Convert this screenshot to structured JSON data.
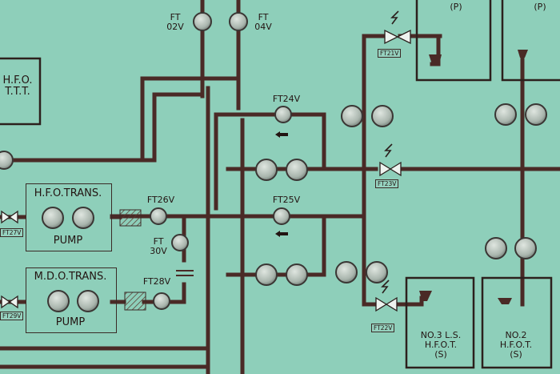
{
  "colors": {
    "background": "#8ecfba",
    "pipe": "#4a2a26",
    "lamp_face": "#b9c4bc",
    "lamp_rim": "#3a3634",
    "hatch": "#5a3a30"
  },
  "labels": {
    "ft02v": "FT\n02V",
    "ft04v": "FT\n04V",
    "hfo_tank_left": "H.F.O.\nT.T.T.",
    "ft24v": "FT24V",
    "ft25v": "FT25V",
    "ft26v": "FT26V",
    "ft28v": "FT28V",
    "ft30v": "FT\n30V",
    "ft21v": "FT21V",
    "ft23v": "FT23V",
    "ft22v": "FT22V",
    "ft27v": "FT27V",
    "ft29v": "FT29V",
    "hfo_trans_title": "H.F.O.TRANS.",
    "hfo_trans_pump": "PUMP",
    "mdo_trans_title": "M.D.O.TRANS.",
    "mdo_trans_pump": "PUMP",
    "hfot_p_1": "H.F.O.T.\n(P)",
    "hfot_p_2": "H.F.O.T.\n(P)",
    "no3_ls_hfot": "NO.3 L.S.\nH.F.O.T.\n(S)",
    "no2_hfot": "NO.2\nH.F.O.T.\n(S)"
  },
  "icons": [
    "flow-arrow-left-icon",
    "valve-icon",
    "strainer-icon",
    "indicator-lamp-icon"
  ]
}
